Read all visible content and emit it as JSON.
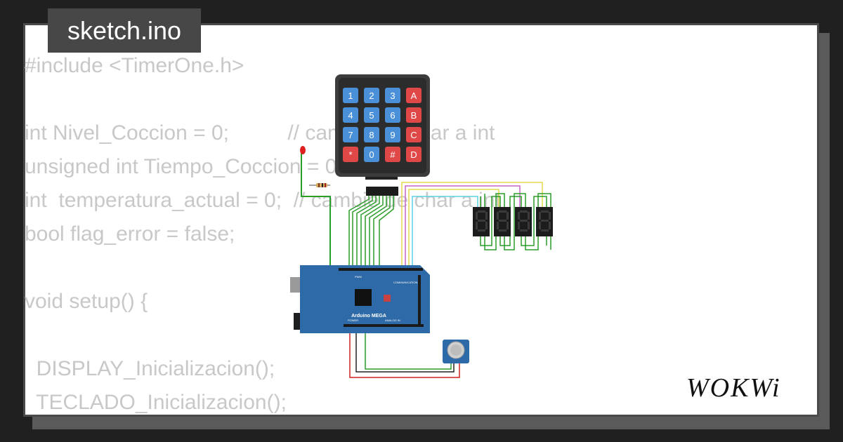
{
  "filename": "sketch.ino",
  "code_lines": [
    "#include <TimerOne.h>",
    "",
    "int Nivel_Coccion = 0;          // cambié de char a int",
    "unsigned int Tiempo_Coccion = 0;",
    "int  temperatura_actual = 0;  // cambié de char a int",
    "bool flag_error = false;",
    "",
    "void setup() {",
    "",
    "  DISPLAY_Inicializacion();",
    "  TECLADO_Inicializacion();"
  ],
  "keypad": {
    "keys": [
      "1",
      "2",
      "3",
      "A",
      "4",
      "5",
      "6",
      "B",
      "7",
      "8",
      "9",
      "C",
      "*",
      "0",
      "#",
      "D"
    ]
  },
  "board": {
    "label": "Arduino MEGA",
    "pwm_label": "PWM",
    "comm_label": "COMMUNICATION",
    "power_label": "POWER",
    "analog_label": "ANALOG IN"
  },
  "logo_text": "WOKWi",
  "colors": {
    "background": "#202020",
    "card": "#ffffff",
    "code_text": "#c8c8c8",
    "board": "#2e6aa8",
    "key_blue": "#4a90d9",
    "key_red": "#e04848",
    "wire_green": "#2a9d2a",
    "wire_yellow": "#e5d84a",
    "wire_violet": "#c864c8",
    "wire_cyan": "#5ad0e6",
    "wire_red": "#d42020"
  }
}
